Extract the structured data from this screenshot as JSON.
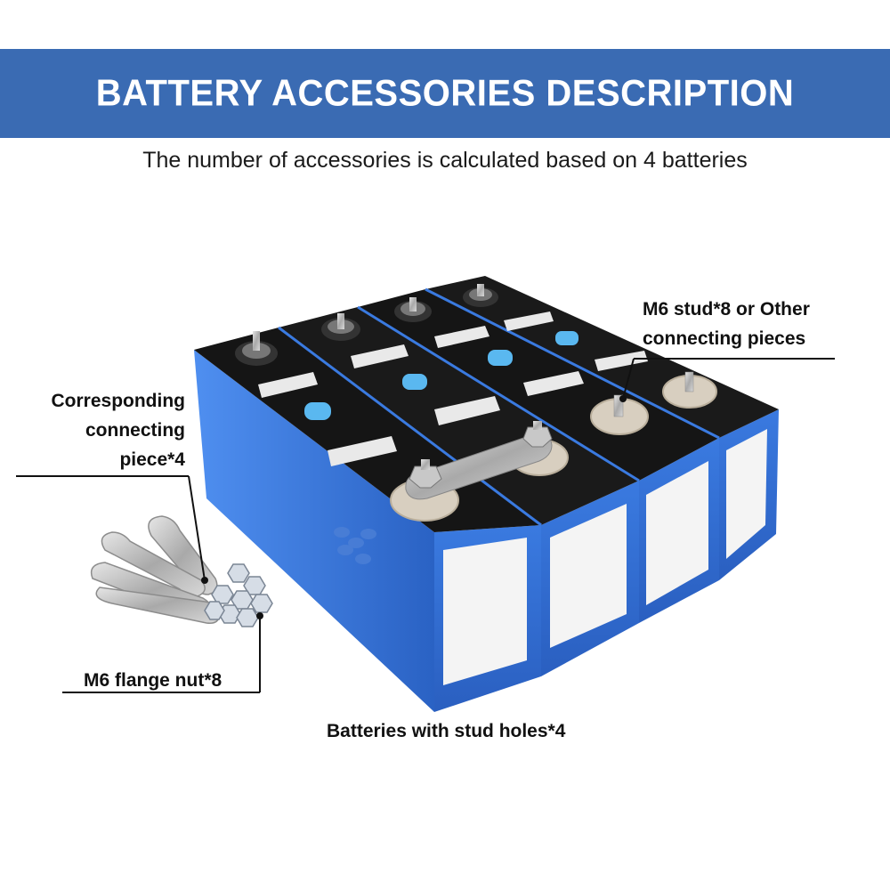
{
  "header": {
    "title": "BATTERY ACCESSORIES DESCRIPTION",
    "subtitle": "The number of accessories is calculated based on 4 batteries"
  },
  "labels": {
    "stud": [
      "M6 stud*8 or Other",
      "connecting pieces"
    ],
    "piece": [
      "Corresponding",
      "connecting",
      "piece*4"
    ],
    "nut": "M6 flange nut*8",
    "batteries": "Batteries with stud holes*4"
  },
  "colors": {
    "banner": "#3a6bb3",
    "battery_blue": "#2f6fd0",
    "battery_top": "#151515"
  }
}
